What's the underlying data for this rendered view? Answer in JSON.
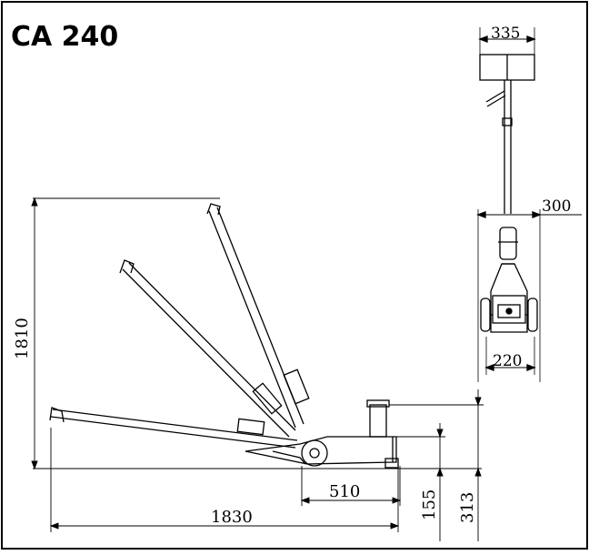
{
  "title": "CA 240",
  "dimensions": {
    "top_width": "335",
    "mid_width": "300",
    "base_width": "220",
    "max_height": "1810",
    "length": "1830",
    "front_offset": "510",
    "min_height": "155",
    "saddle_height": "313"
  }
}
